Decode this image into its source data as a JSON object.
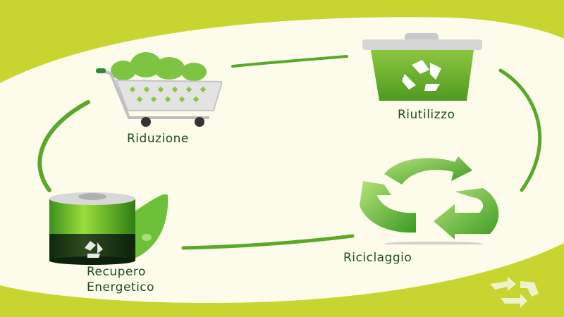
{
  "diagram": {
    "type": "cycle",
    "theme_colors": {
      "lime": "#c8d530",
      "cream": "#fdfbea",
      "arc": "#5aa829",
      "text": "#1d4a26"
    },
    "stages": [
      {
        "id": "riduzione",
        "label": "Riduzione",
        "icon": "shopping-cart-icon"
      },
      {
        "id": "riutilizzo",
        "label": "Riutilizzo",
        "icon": "recycle-bin-icon"
      },
      {
        "id": "riciclaggio",
        "label": "Riciclaggio",
        "icon": "recycle-arrows-icon"
      },
      {
        "id": "recupero",
        "label_line1": "Recupero",
        "label_line2": "Energetico",
        "icon": "battery-leaf-icon"
      }
    ],
    "corner_icon": "recycle-watermark-icon"
  }
}
